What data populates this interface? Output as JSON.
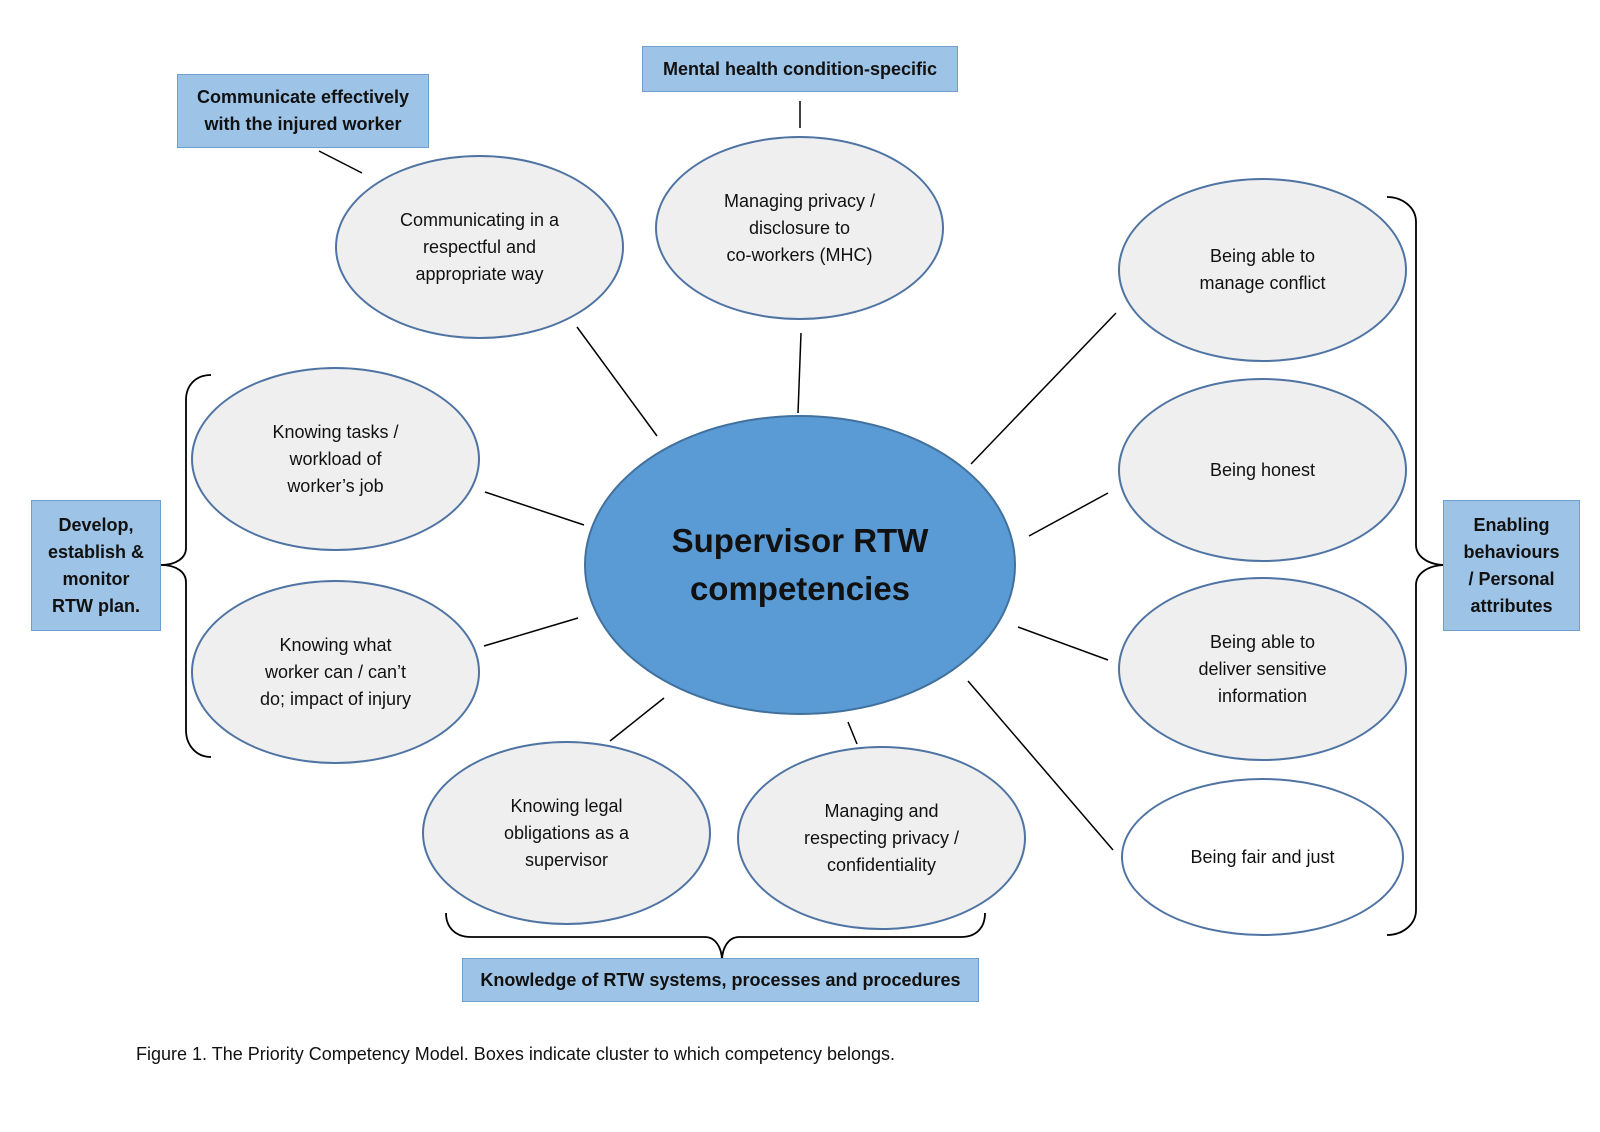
{
  "center": {
    "label": "Supervisor RTW\ncompetencies"
  },
  "clusters": {
    "communicate": "Communicate effectively\nwith the injured worker",
    "mental_health": "Mental health condition-specific",
    "develop_plan": "Develop,\nestablish &\nmonitor\nRTW plan.",
    "enabling": "Enabling\nbehaviours\n/ Personal\nattributes",
    "knowledge": "Knowledge of RTW systems, processes and procedures"
  },
  "competencies": {
    "communicating": "Communicating in a\nrespectful and\nappropriate way",
    "privacy_mhc": "Managing privacy /\ndisclosure to\nco-workers (MHC)",
    "manage_conflict": "Being able to\nmanage conflict",
    "honest": "Being honest",
    "sensitive_info": "Being able to\ndeliver sensitive\ninformation",
    "fair_just": "Being fair and just",
    "knowing_tasks": "Knowing tasks /\nworkload of\nworker’s job",
    "knowing_can": "Knowing what\nworker can / can’t\ndo; impact of injury",
    "legal": "Knowing legal\nobligations as a\nsupervisor",
    "confidentiality": "Managing and\nrespecting privacy /\nconfidentiality"
  },
  "caption": "Figure 1. The Priority Competency Model. Boxes indicate cluster to which competency belongs.",
  "colors": {
    "center_fill": "#5b9bd5",
    "bubble_fill": "#efefef",
    "bubble_stroke": "#4f74a3",
    "cluster_fill": "#9dc3e6",
    "connector": "#000000"
  }
}
